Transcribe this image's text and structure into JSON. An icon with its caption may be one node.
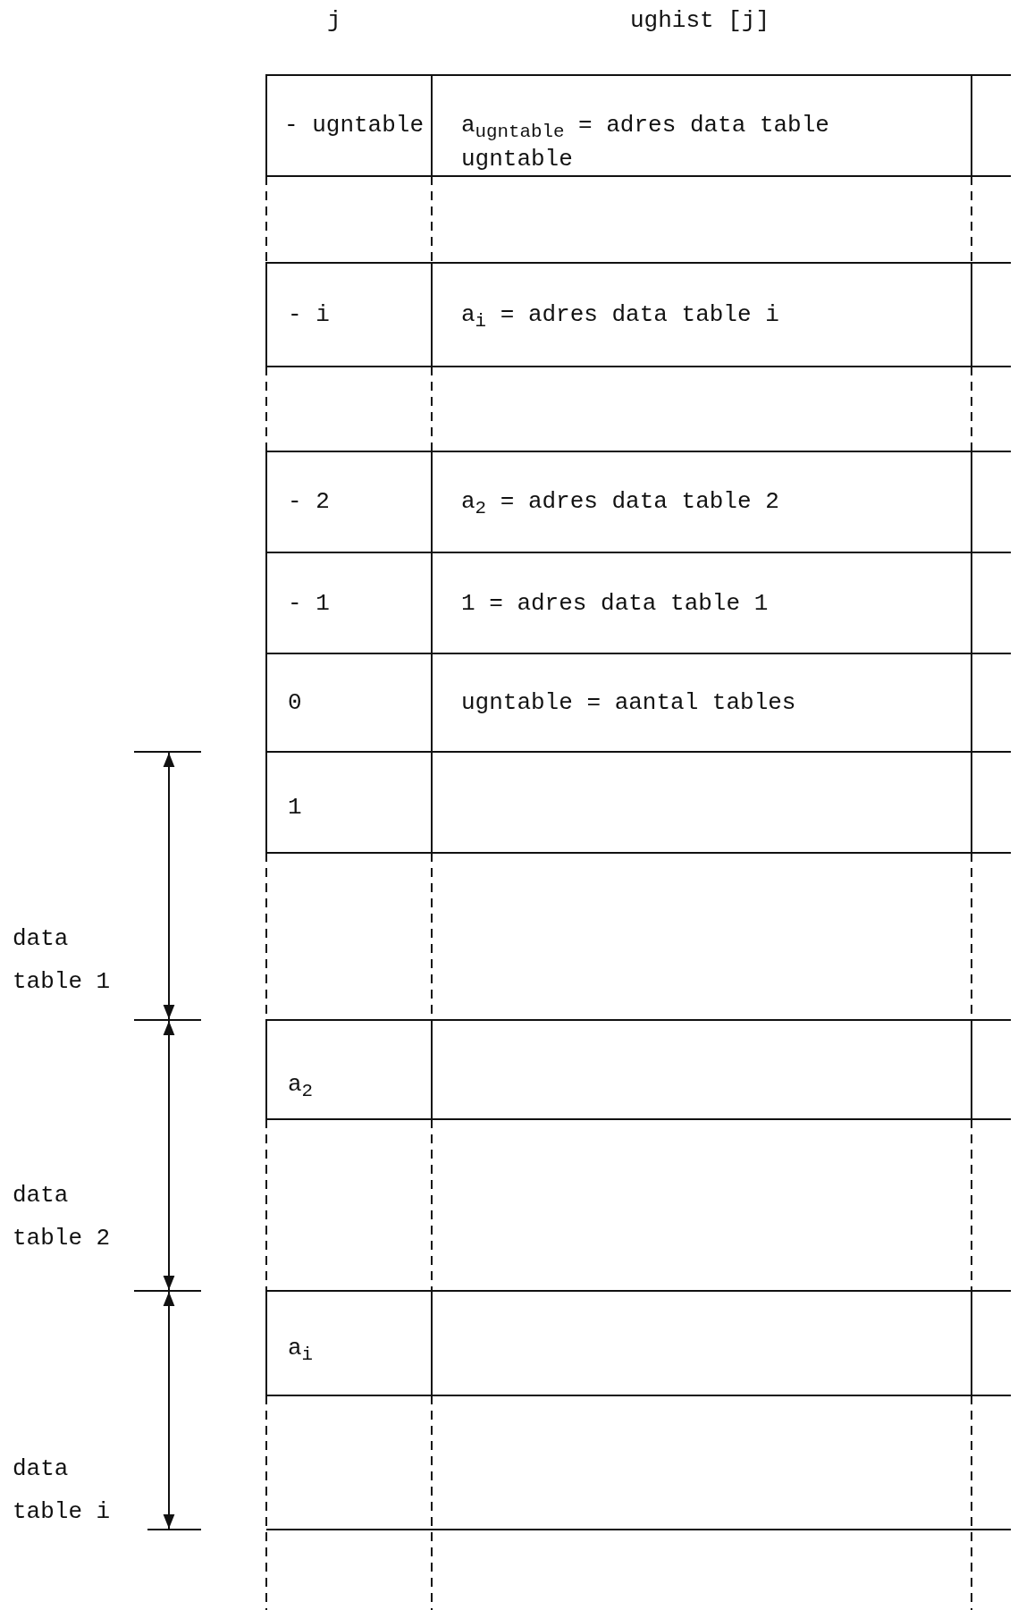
{
  "diagram": {
    "labels": [
      "j",
      "ughist [j]",
      "- ugntable",
      "a$_{ugntable}$ = adres data table ugntable",
      "- i",
      "a$_{i}$ = adres data table i",
      "- 2",
      "a$_{2}$ = adres data table 2",
      "- 1",
      "1 = adres data table 1",
      "0",
      "ugntable = aantal tables",
      "1",
      "a$_{2}$",
      "a$_{i}$",
      "data table 1",
      "data table 2",
      "data table i"
    ]
  }
}
